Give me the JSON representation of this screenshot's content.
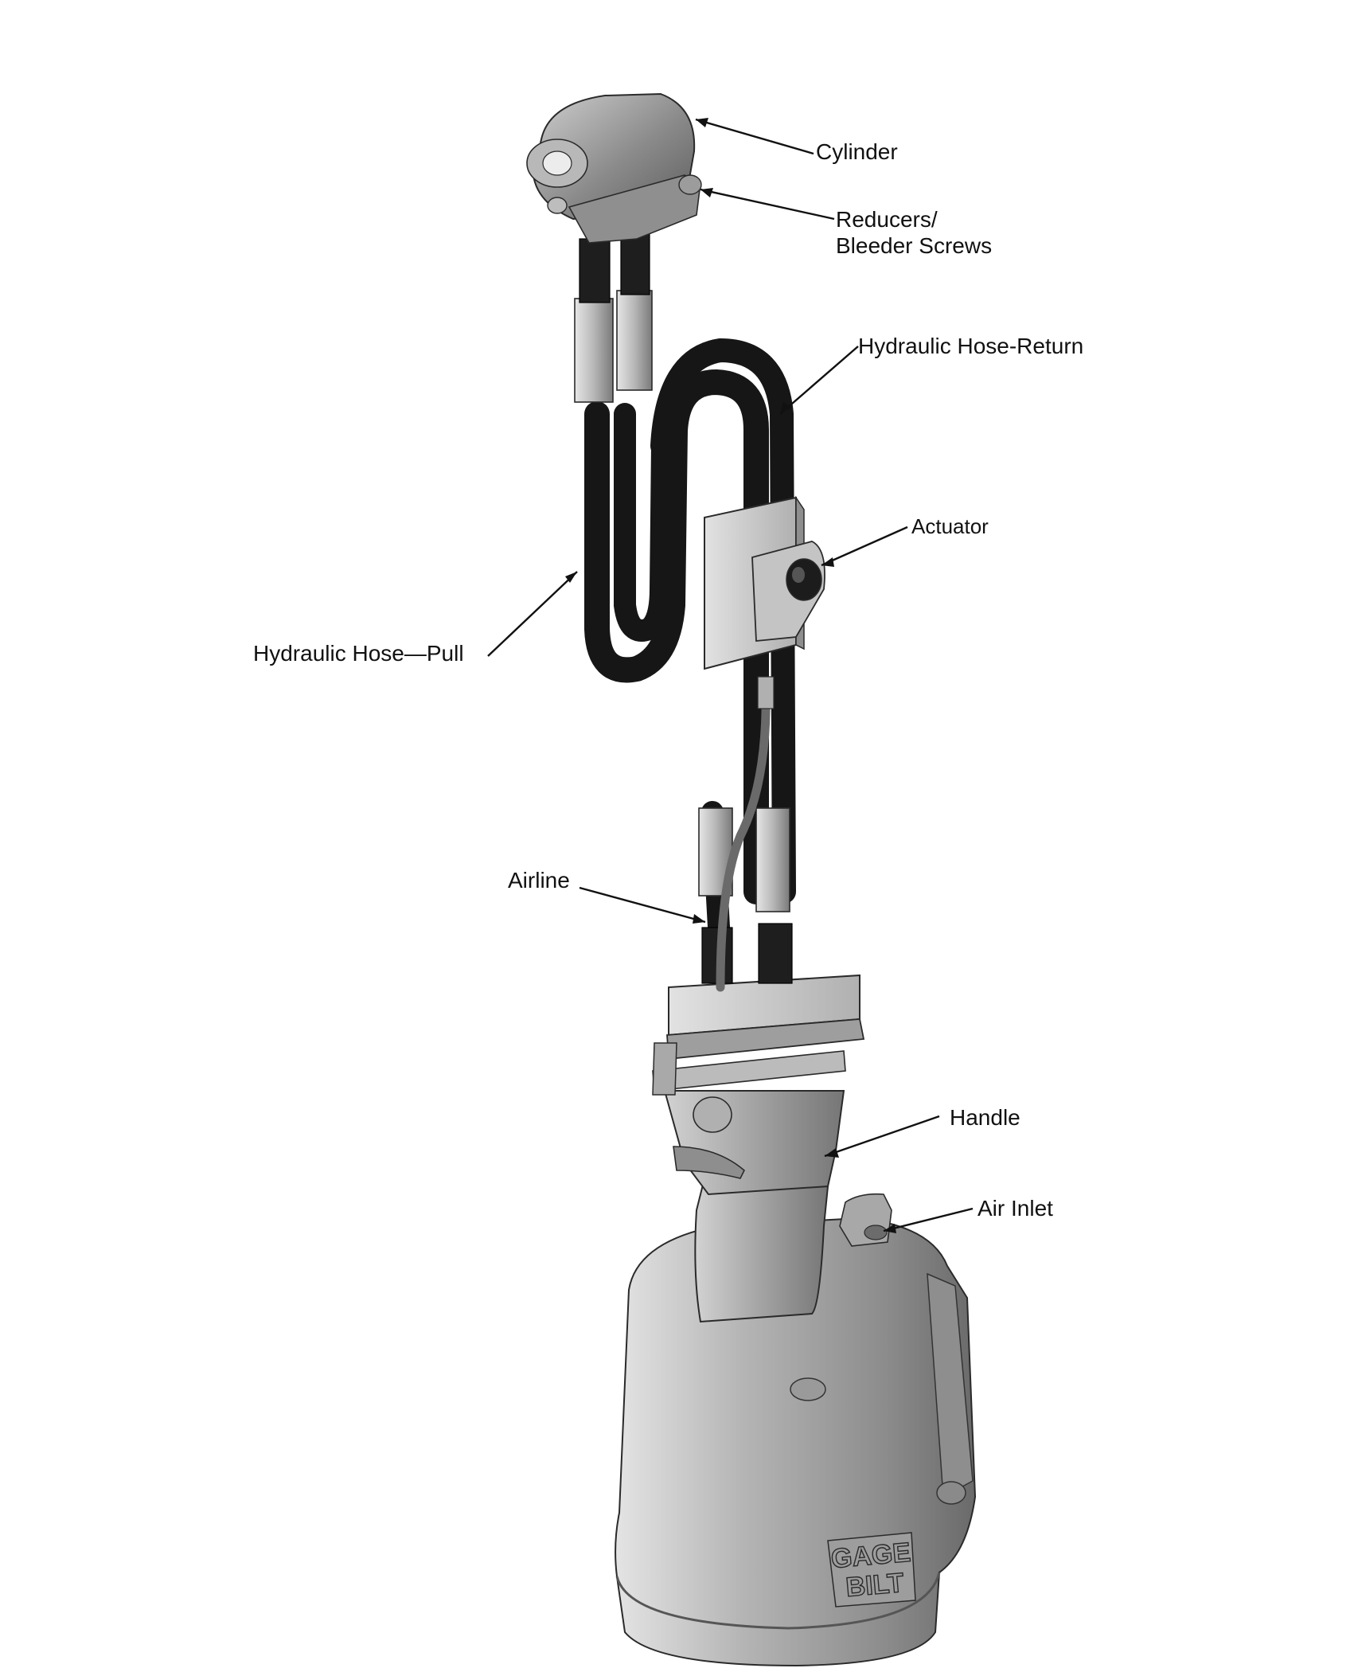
{
  "figure": {
    "brand_logo_text": [
      "GAGE",
      "BILT"
    ],
    "callouts": [
      {
        "id": "cylinder",
        "lines": [
          "Cylinder"
        ]
      },
      {
        "id": "reducers",
        "lines": [
          "Reducers/",
          "Bleeder Screws"
        ]
      },
      {
        "id": "hose-return",
        "lines": [
          "Hydraulic Hose-Return"
        ]
      },
      {
        "id": "actuator",
        "lines": [
          "Actuator"
        ]
      },
      {
        "id": "hose-pull",
        "lines": [
          "Hydraulic Hose—Pull"
        ]
      },
      {
        "id": "airline",
        "lines": [
          "Airline"
        ]
      },
      {
        "id": "handle",
        "lines": [
          "Handle"
        ]
      },
      {
        "id": "air-inlet",
        "lines": [
          "Air Inlet"
        ]
      }
    ]
  },
  "colors": {
    "background": "#ffffff",
    "hose": "#161616",
    "metal_light": "#c9c9c9",
    "metal_mid": "#9a9a9a",
    "metal_dark": "#5e5e5e",
    "text": "#111111"
  }
}
